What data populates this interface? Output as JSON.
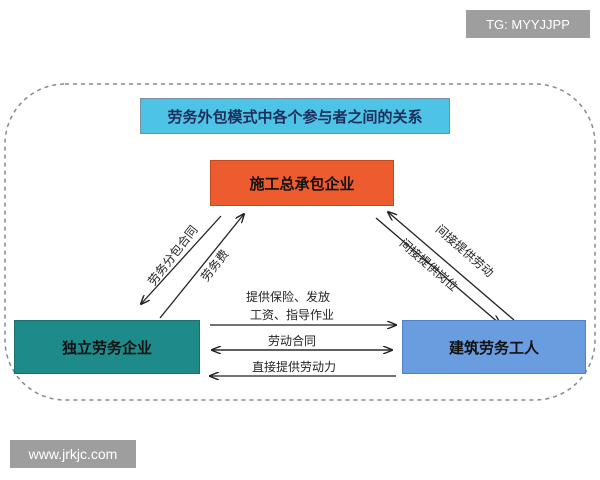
{
  "watermarks": {
    "top_right": "TG: MYYJJPP",
    "bottom_left": "www.jrkjc.com"
  },
  "diagram": {
    "title": "劳务外包模式中各个参与者之间的关系",
    "nodes": {
      "general_contractor": "施工总承包企业",
      "labor_company": "独立劳务企业",
      "worker": "建筑劳务工人"
    },
    "edges": {
      "gc_to_sub_contract": "劳务分包合同",
      "gc_to_sub_fee": "劳务费",
      "worker_to_gc_labor": "间接提供劳动",
      "gc_to_worker_post": "间接提供岗位",
      "sub_to_worker_line1": "提供保险、发放",
      "sub_to_worker_line2": "工资、指导作业",
      "sub_worker_contract": "劳动合同",
      "worker_to_sub_direct": "直接提供劳动力"
    }
  },
  "colors": {
    "title_bg": "#4dc3e6",
    "gc_bg": "#ec5c2f",
    "sub_bg": "#1f8a8a",
    "worker_bg": "#6a9de0",
    "arrow": "#222222",
    "frame": "#7f8b95"
  }
}
